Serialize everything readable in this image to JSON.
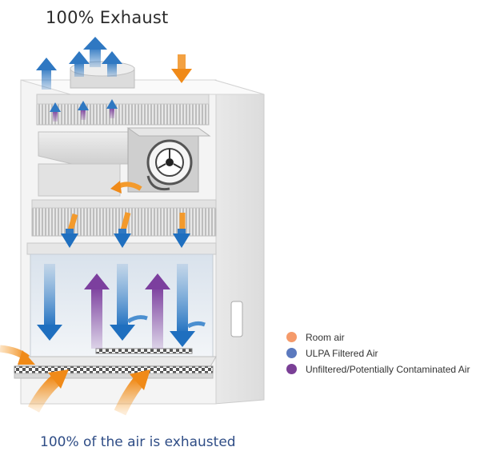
{
  "title": "100% Exhaust",
  "caption": "100% of the air is exhausted",
  "legend": [
    {
      "label": "Room air",
      "color": "#f59a6a"
    },
    {
      "label": "ULPA Filtered Air",
      "color": "#5b79be"
    },
    {
      "label": "Unfiltered/Potentially Contaminated Air",
      "color": "#7a3f96"
    }
  ],
  "colors": {
    "room_air": "#f39a2c",
    "filtered_air": "#3f83c6",
    "contaminated_air": "#8a4fa8",
    "cabinet": "#f3f3f3"
  }
}
